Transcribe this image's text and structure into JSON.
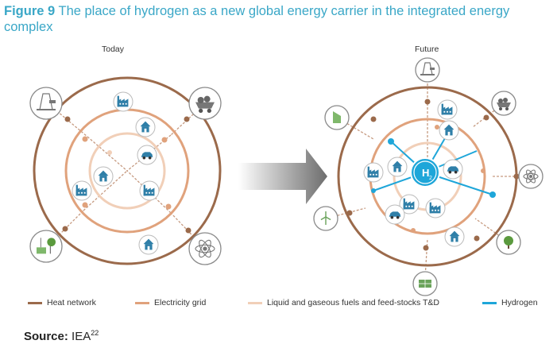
{
  "figure": {
    "number_label": "Figure 9",
    "title": "The place of hydrogen as a new global energy carrier in the integrated energy complex"
  },
  "panels": {
    "today_label": "Today",
    "future_label": "Future"
  },
  "hydrogen_badge": "H",
  "hydrogen_badge_sub": "2",
  "legend": [
    {
      "label": "Heat network",
      "color": "#9b6a4b"
    },
    {
      "label": "Electricity grid",
      "color": "#e0a27c"
    },
    {
      "label": "Liquid and gaseous fuels and feed-stocks T&D",
      "color": "#f1cfb8"
    },
    {
      "label": "Hydrogen",
      "color": "#1ea6d9"
    }
  ],
  "source": {
    "label": "Source:",
    "text": "IEA",
    "ref": "22"
  },
  "colors": {
    "heat": "#9b6a4b",
    "electricity": "#e0a27c",
    "fuels": "#f1cfb8",
    "hydrogen": "#1ea6d9",
    "icon_blue": "#2f7fa8",
    "icon_ring": "#8a8a8a",
    "title": "#3aa7c7"
  },
  "icons": {
    "today": [
      "oil-rig-icon",
      "coal-cart-icon",
      "factory-icon",
      "house-icon",
      "car-icon",
      "house-icon",
      "factory-icon",
      "factory-icon",
      "renewables-icon",
      "house-icon",
      "atom-icon"
    ],
    "future": [
      "oil-rig-icon",
      "biomass-icon",
      "factory-icon",
      "coal-cart-icon",
      "house-icon",
      "factory-icon",
      "house-icon",
      "car-icon",
      "factory-icon",
      "atom-icon",
      "wind-turbine-icon",
      "car-icon",
      "factory-icon",
      "house-icon",
      "tree-icon",
      "solar-panel-icon"
    ]
  }
}
